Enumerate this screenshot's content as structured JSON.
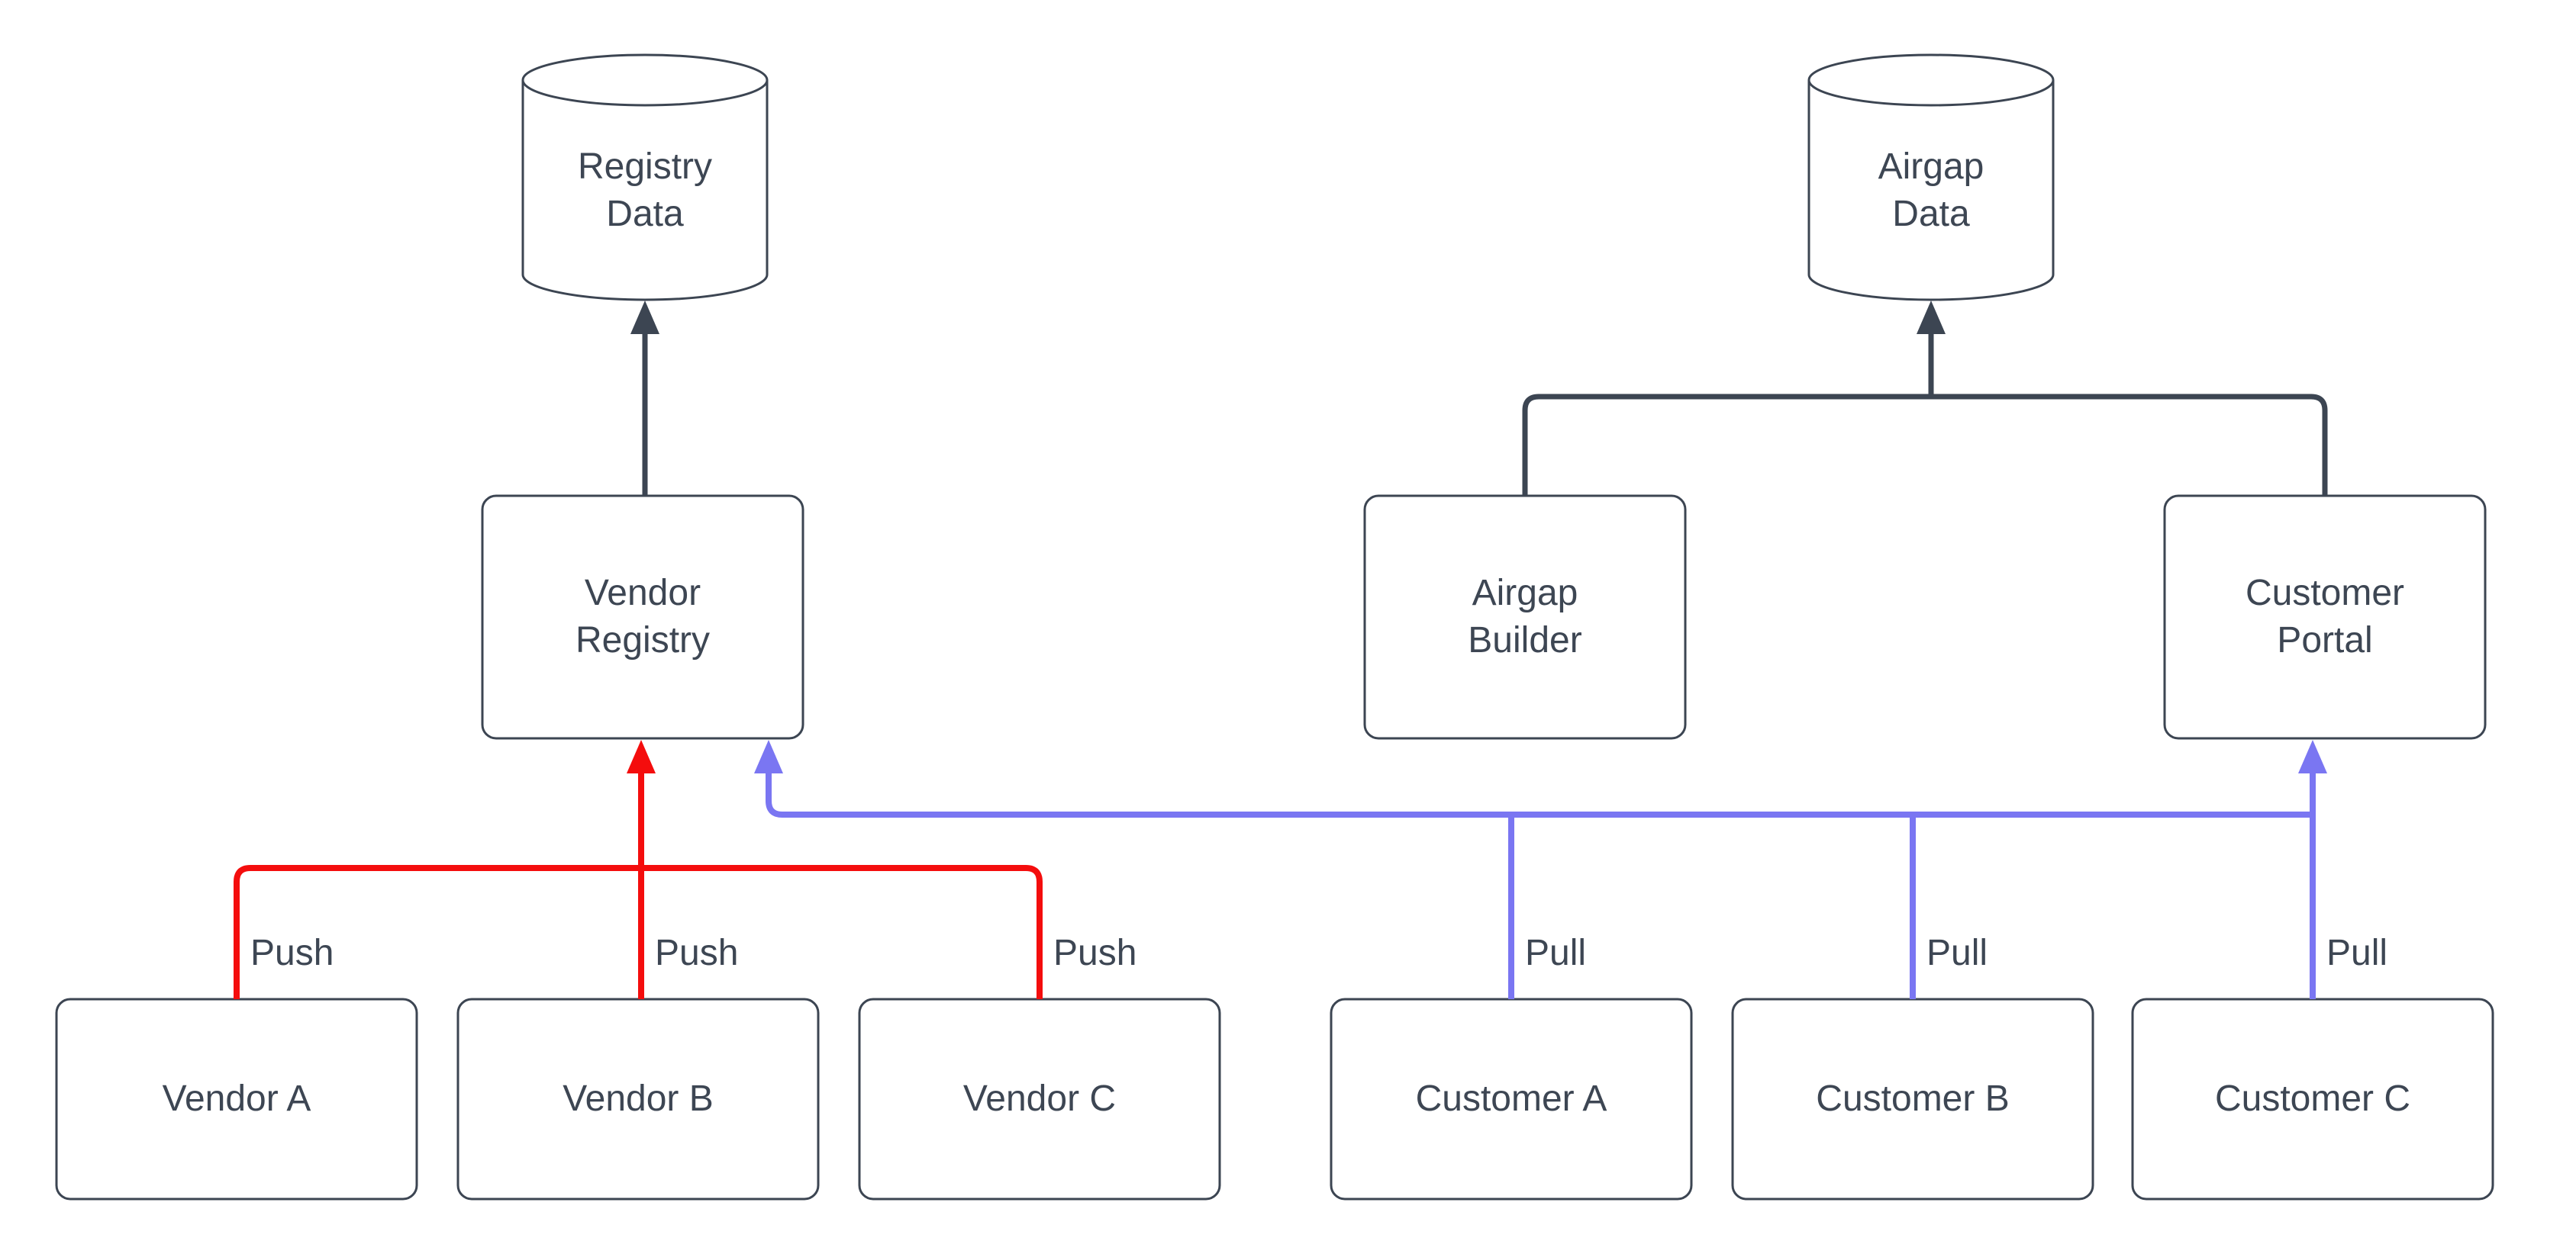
{
  "diagram": {
    "background_color": "#ffffff",
    "colors": {
      "ink": "#3c4552",
      "text": "#3d4653",
      "push_red": "#f40d0d",
      "pull_blue": "#7a76f2",
      "node_fill": "#ffffff"
    },
    "nodes": {
      "registry_data": "Registry Data",
      "airgap_data": "Airgap Data",
      "vendor_registry": "Vendor Registry",
      "airgap_builder": "Airgap Builder",
      "customer_portal": "Customer Portal",
      "vendor_a": "Vendor A",
      "vendor_b": "Vendor B",
      "vendor_c": "Vendor C",
      "customer_a": "Customer A",
      "customer_b": "Customer B",
      "customer_c": "Customer C"
    },
    "push_labels": [
      "Push",
      "Push",
      "Push"
    ],
    "pull_labels": [
      "Pull",
      "Pull",
      "Pull"
    ]
  }
}
